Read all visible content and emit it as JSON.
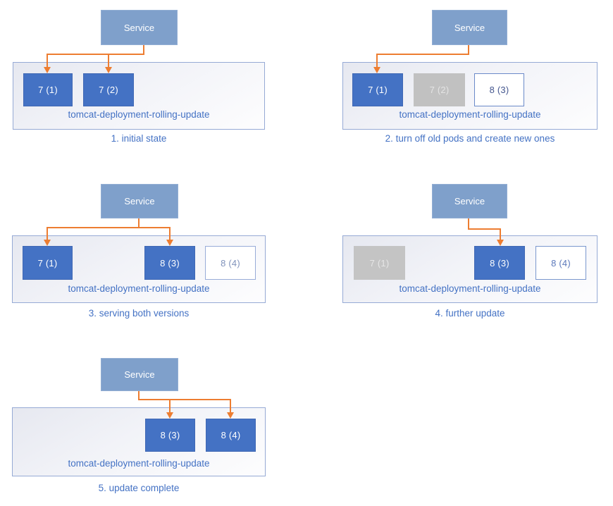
{
  "colors": {
    "arrow": "#ED7D31",
    "service_fill": "#7FA0CB",
    "service_border": "#93AED4",
    "deployment_border": "#96AAD5",
    "label_text": "#4472C4"
  },
  "panels": [
    {
      "service_label": "Service",
      "deployment_label": "tomcat-deployment-rolling-update",
      "caption": "1. initial state",
      "pods": [
        {
          "label": "7 (1)",
          "state": "running",
          "fill": "#4472C4",
          "border": "#4068B4",
          "text_color": "#FFFFFF"
        },
        {
          "label": "7 (2)",
          "state": "running",
          "fill": "#4472C4",
          "border": "#4068B4",
          "text_color": "#FFFFFF"
        }
      ]
    },
    {
      "service_label": "Service",
      "deployment_label": "tomcat-deployment-rolling-update",
      "caption": "2. turn off old pods and create new ones",
      "pods": [
        {
          "label": "7 (1)",
          "state": "running",
          "fill": "#4472C4",
          "border": "#4068B4",
          "text_color": "#FFFFFF"
        },
        {
          "label": "7 (2)",
          "state": "terminating",
          "fill": "#C1C1C1",
          "border": "#C1C1C1",
          "text_color": "#E4E4E4"
        },
        {
          "label": "8 (3)",
          "state": "starting",
          "fill": "#FFFFFF",
          "border": "#6B8AC9",
          "text_color": "#44568E"
        }
      ]
    },
    {
      "service_label": "Service",
      "deployment_label": "tomcat-deployment-rolling-update",
      "caption": "3. serving both versions",
      "pods": [
        {
          "label": "7 (1)",
          "state": "running",
          "fill": "#4472C4",
          "border": "#4068B4",
          "text_color": "#FFFFFF"
        },
        {
          "label": "8 (3)",
          "state": "running",
          "fill": "#4472C4",
          "border": "#4068B4",
          "text_color": "#FFFFFF"
        },
        {
          "label": "8 (4)",
          "state": "starting",
          "fill": "#FFFFFF",
          "border": "#98ACD8",
          "text_color": "#8092BB"
        }
      ]
    },
    {
      "service_label": "Service",
      "deployment_label": "tomcat-deployment-rolling-update",
      "caption": "4. further update",
      "pods": [
        {
          "label": "7 (1)",
          "state": "terminating",
          "fill": "#C4C4C4",
          "border": "#C4C4C4",
          "text_color": "#E6E6E6"
        },
        {
          "label": "8 (3)",
          "state": "running",
          "fill": "#4472C4",
          "border": "#4068B4",
          "text_color": "#FFFFFF"
        },
        {
          "label": "8 (4)",
          "state": "starting",
          "fill": "#FFFFFF",
          "border": "#7A97CE",
          "text_color": "#5C79BB"
        }
      ]
    },
    {
      "service_label": "Service",
      "deployment_label": "tomcat-deployment-rolling-update",
      "caption": "5. update complete",
      "pods": [
        {
          "label": "8 (3)",
          "state": "running",
          "fill": "#4472C4",
          "border": "#4068B4",
          "text_color": "#FFFFFF"
        },
        {
          "label": "8 (4)",
          "state": "running",
          "fill": "#4472C4",
          "border": "#4068B4",
          "text_color": "#FFFFFF"
        }
      ]
    }
  ]
}
